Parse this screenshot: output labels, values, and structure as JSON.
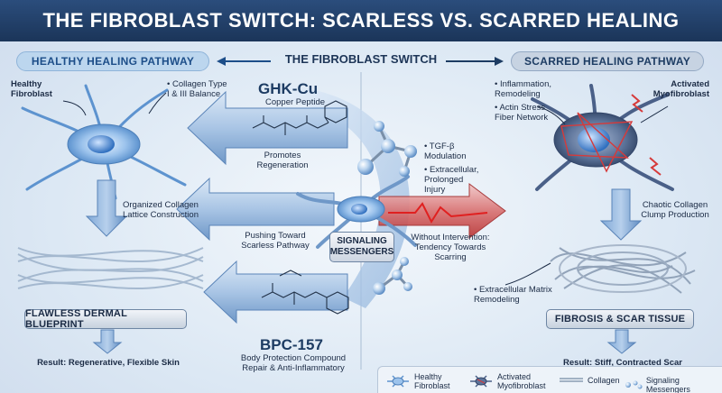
{
  "title": "THE FIBROBLAST SWITCH: SCARLESS VS. SCARRED HEALING",
  "header": {
    "left_pathway": "HEALTHY HEALING PATHWAY",
    "center": "THE FIBROBLAST SWITCH",
    "right_pathway": "SCARRED HEALING PATHWAY"
  },
  "left": {
    "cell_label": "Healthy\nFibroblast",
    "collagen_note": "• Collagen Type\nI & III Balance",
    "lattice": "Organized Collagen\nLattice Construction",
    "blueprint": "FLAWLESS DERMAL BLUEPRINT",
    "result": "Result: Regenerative, Flexible Skin"
  },
  "center": {
    "ghk_name": "GHK-Cu",
    "ghk_sub": "Copper Peptide",
    "promotes": "Promotes\nRegeneration",
    "pushing": "Pushing Toward\nScarless Pathway",
    "signaling": "SIGNALING\nMESSENGERS",
    "tgf": "• TGF-β\nModulation",
    "extracellular": "• Extracellular,\nProlonged\nInjury",
    "without": "Without Intervention:\nTendency Towards\nScarring",
    "bpc_name": "BPC-157",
    "bpc_sub": "Body Protection Compound\nRepair & Anti-Inflammatory"
  },
  "right": {
    "inflammation": "• Inflammation,\nRemodeling",
    "actin": "• Actin Stress\nFiber Network",
    "cell_label": "Activated\nMyofibroblast",
    "chaotic": "Chaotic Collagen\nClump Production",
    "ecm": "• Extracellular Matrix\nRemodeling",
    "fibrosis": "FIBROSIS & SCAR TISSUE",
    "result": "Result: Stiff, Contracted Scar"
  },
  "legend": {
    "healthy": "Healthy\nFibroblast",
    "activated": "Activated\nMyofibroblast",
    "collagen": "Collagen",
    "signaling": "Signaling Messengers"
  },
  "colors": {
    "title_bg": "#1b3559",
    "healthy_blue": "#4a8bd1",
    "scar_red": "#d63a3a",
    "arrow_blue": "#6c95c6"
  }
}
